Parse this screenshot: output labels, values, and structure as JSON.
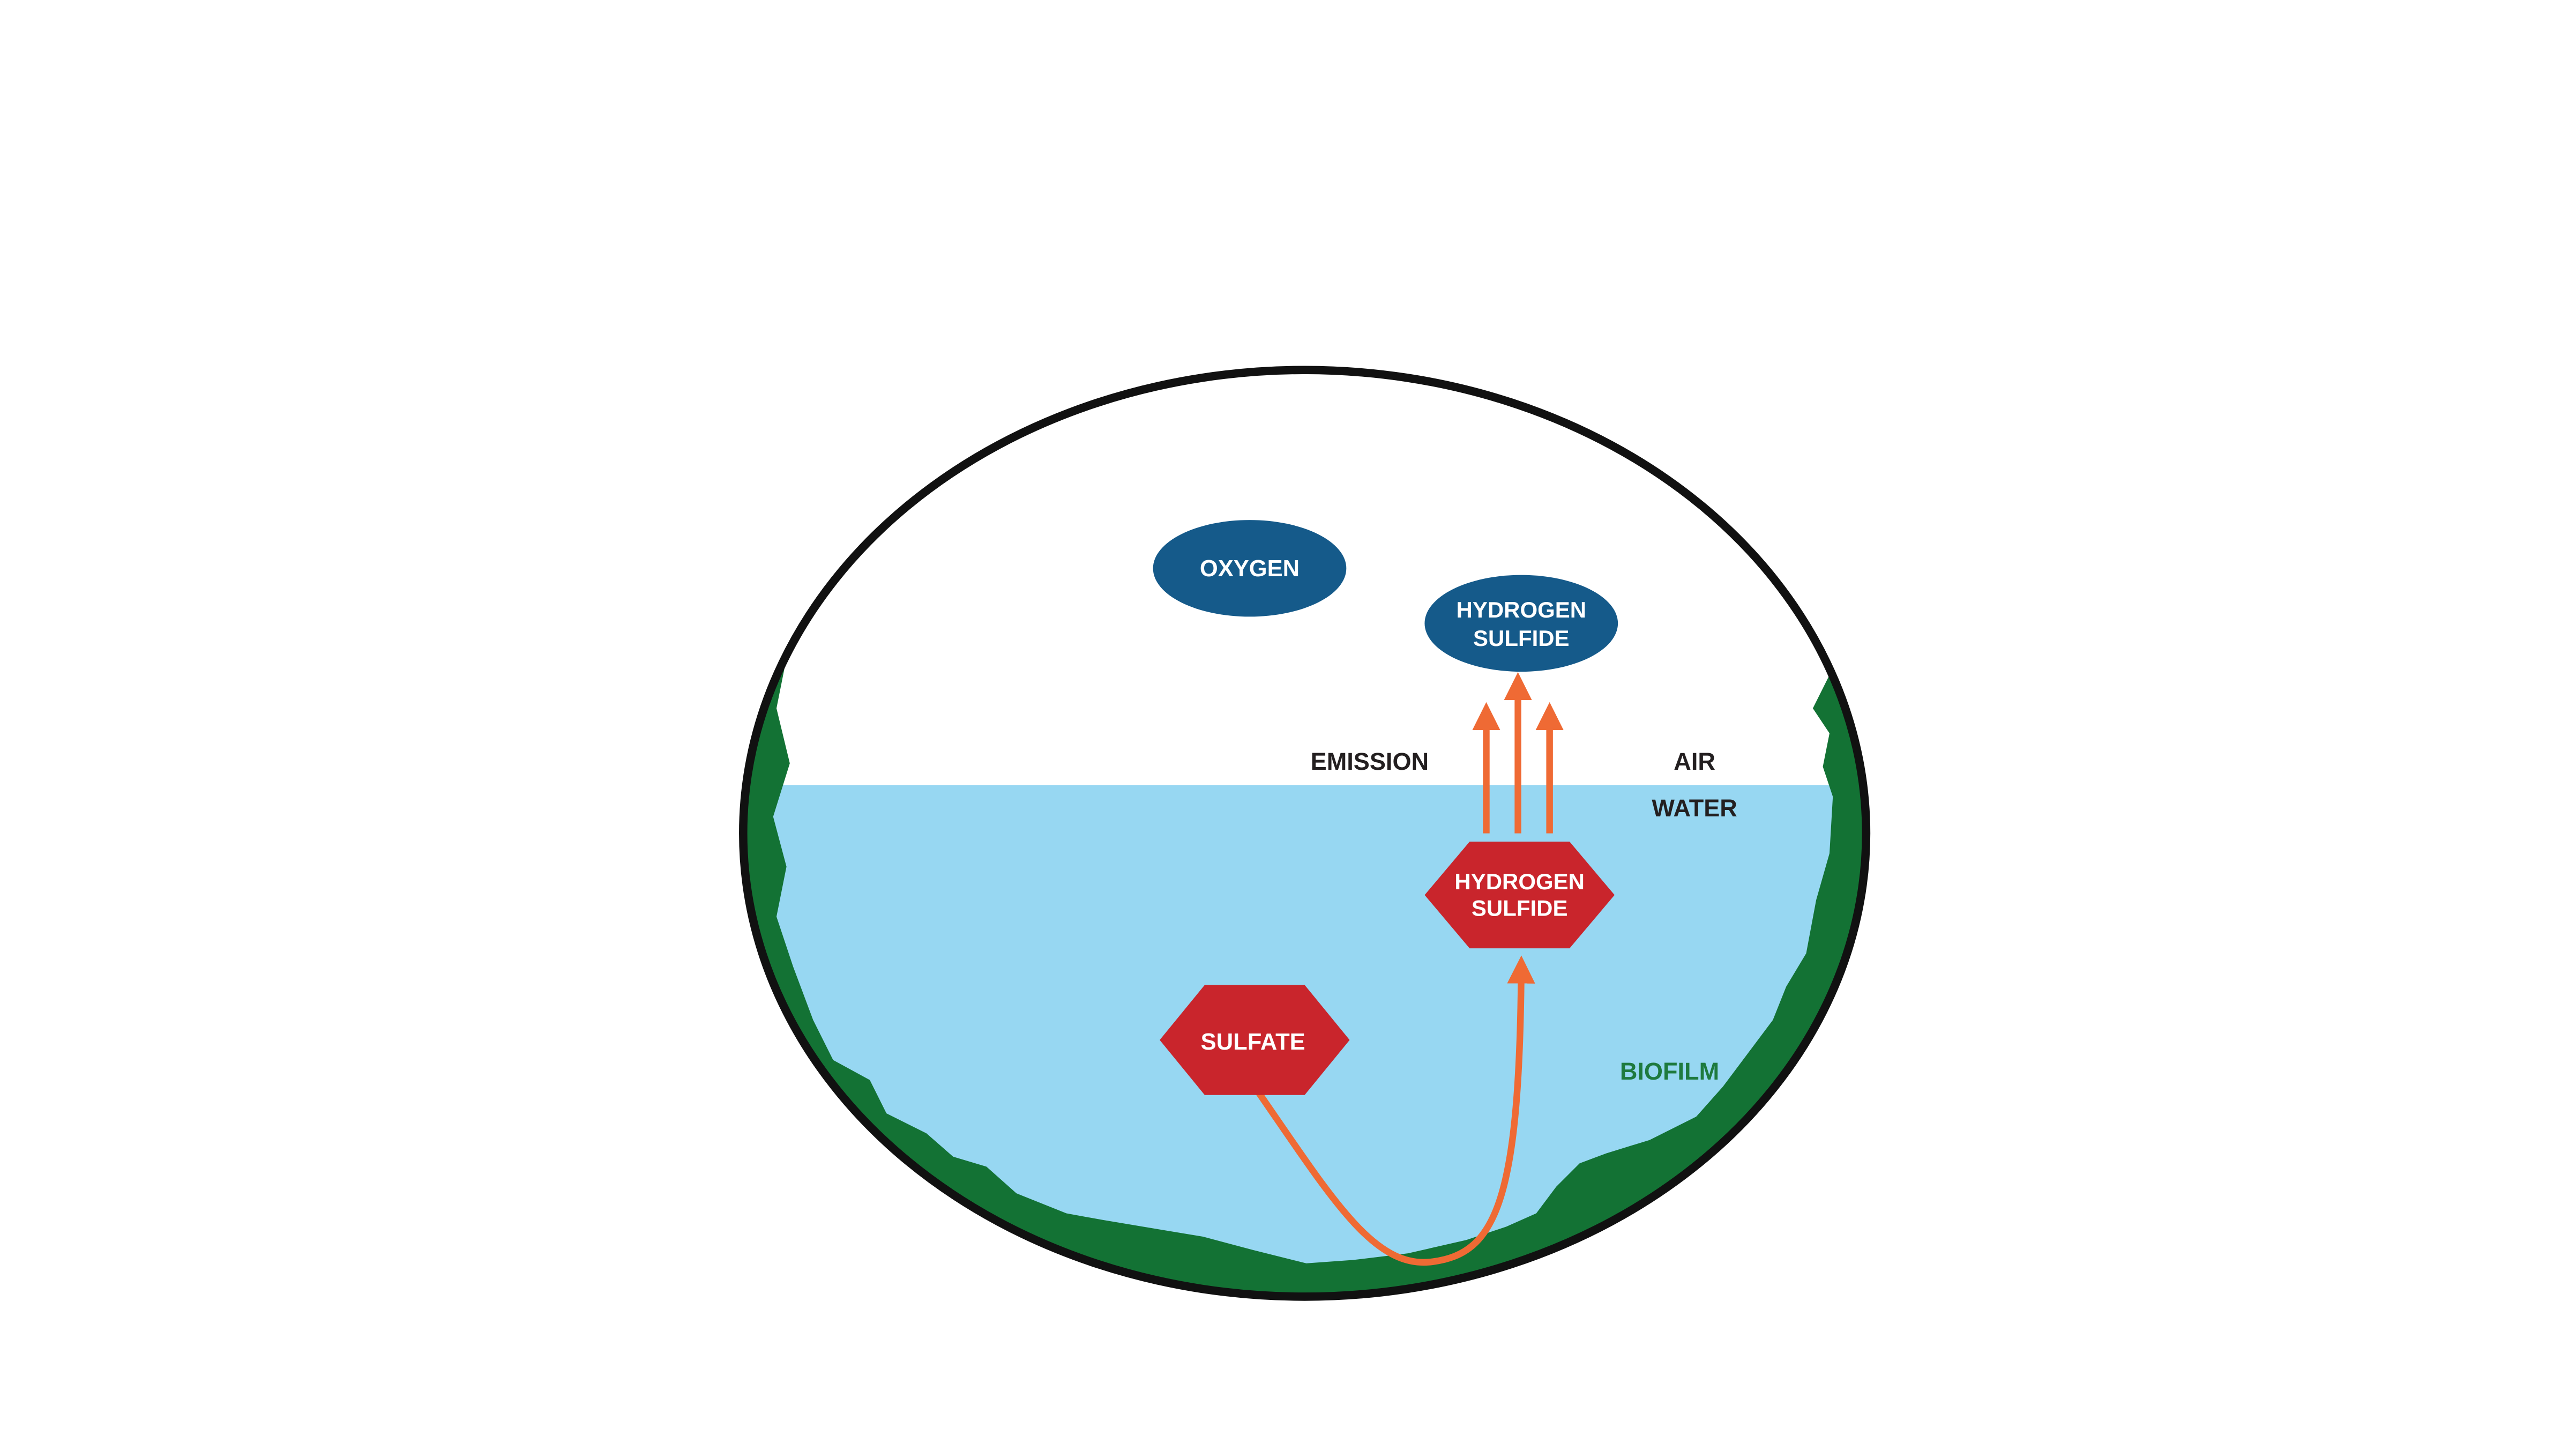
{
  "labels": {
    "oxygen": "OXYGEN",
    "hydrogen_sulfide_air": [
      "HYDROGEN",
      "SULFIDE"
    ],
    "hydrogen_sulfide_water": [
      "HYDROGEN",
      "SULFIDE"
    ],
    "sulfate": "SULFATE",
    "emission": "EMISSION",
    "air": "AIR",
    "water": "WATER",
    "biofilm": "BIOFILM"
  },
  "colors": {
    "water": "#97d7f2",
    "biofilm": "#137234",
    "outline": "#111111",
    "gas_ellipse": "#155a8a",
    "dissolved_hexagon": "#c9252c",
    "arrow": "#ef6a34",
    "biofilm_text": "#1e7a3e",
    "dark_text": "#231f20"
  }
}
